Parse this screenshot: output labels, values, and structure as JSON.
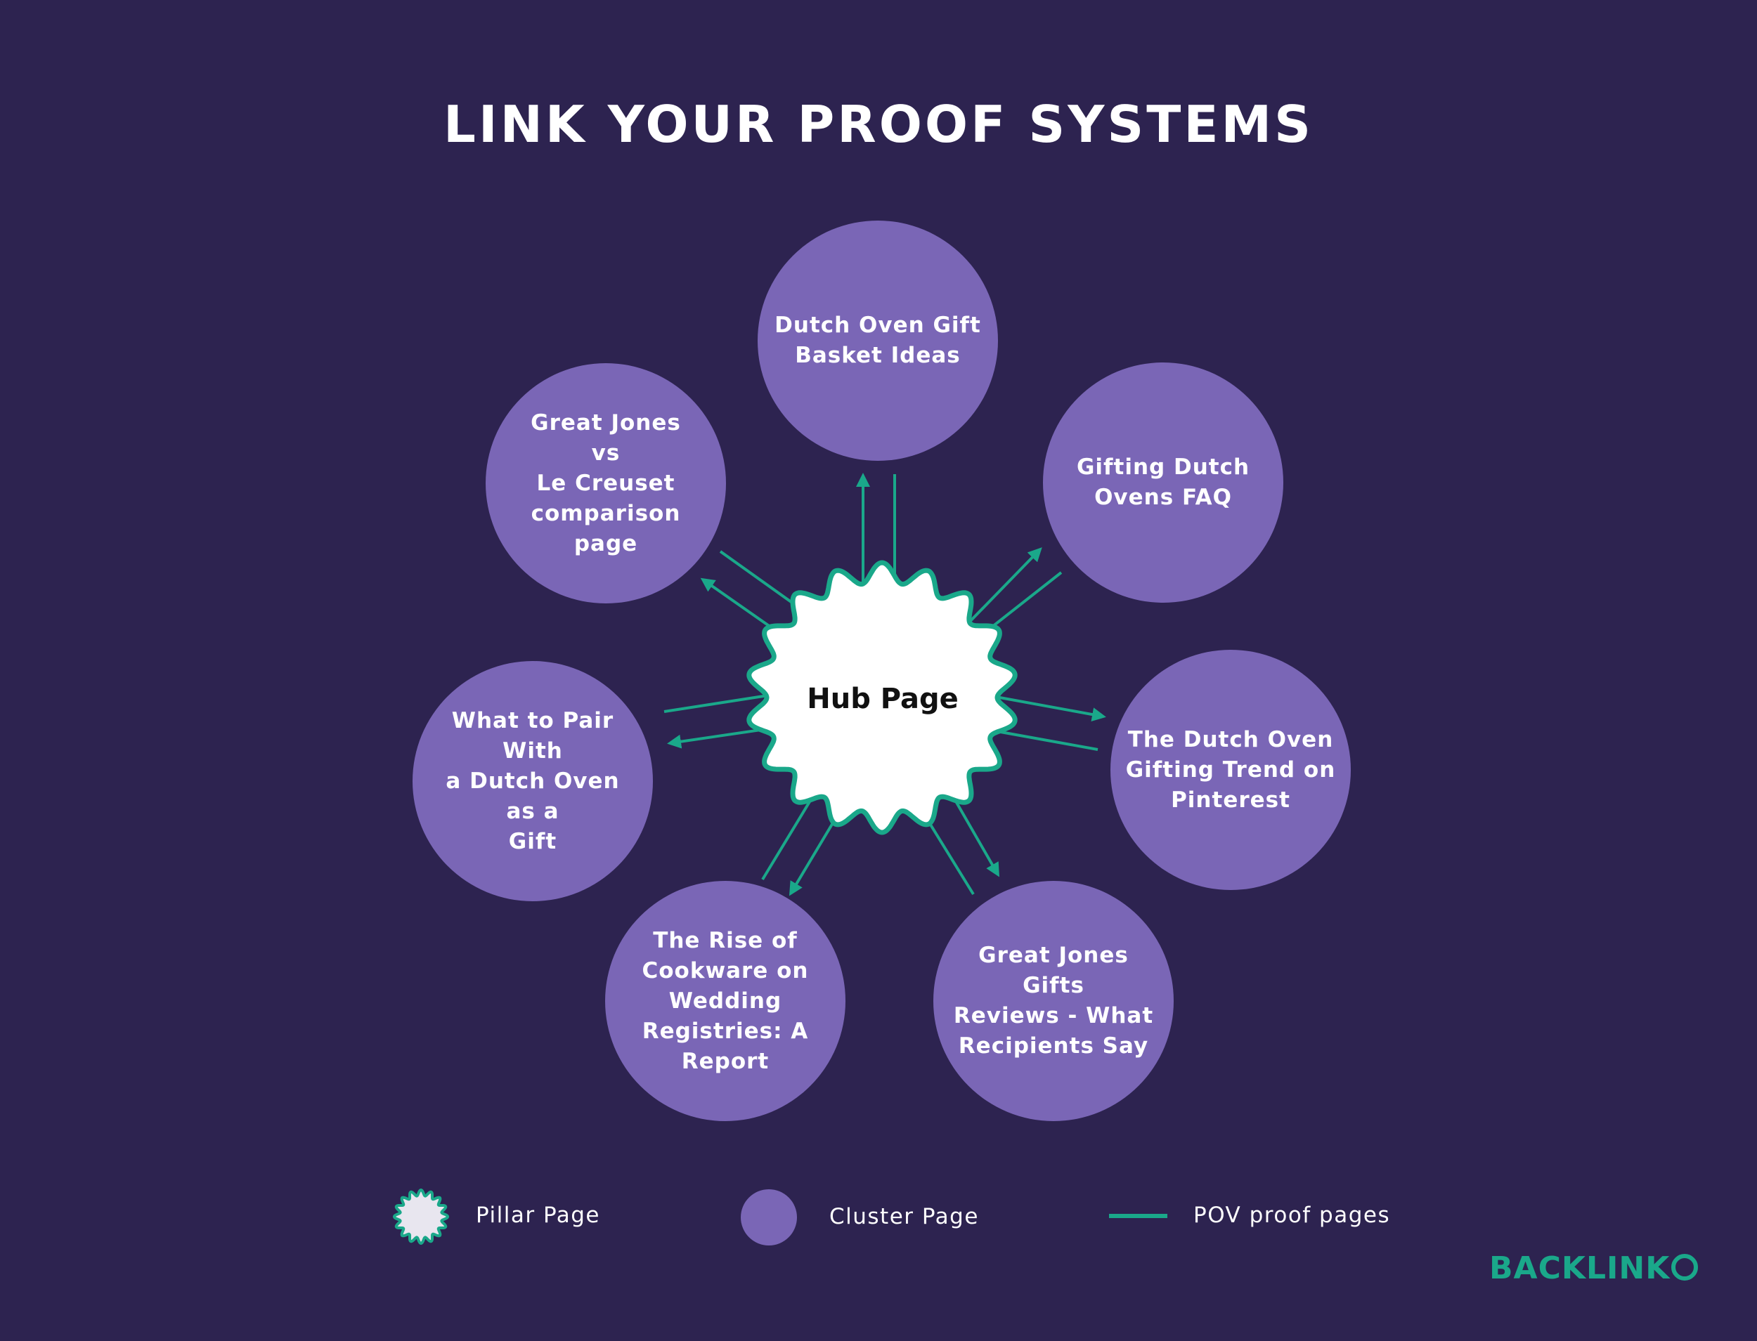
{
  "title": "LINK YOUR PROOF SYSTEMS",
  "hub": {
    "label": "Hub Page"
  },
  "clusters": [
    {
      "id": "gift-basket",
      "lines": [
        "Dutch Oven Gift",
        "Basket Ideas"
      ]
    },
    {
      "id": "gifting-faq",
      "lines": [
        "Gifting Dutch",
        "Ovens FAQ"
      ]
    },
    {
      "id": "pinterest-trend",
      "lines": [
        "The Dutch Oven",
        "Gifting Trend on",
        "Pinterest"
      ]
    },
    {
      "id": "gift-reviews",
      "lines": [
        "Great Jones Gifts",
        "Reviews - What",
        "Recipients Say"
      ]
    },
    {
      "id": "wedding-registries",
      "lines": [
        "The Rise of",
        "Cookware on",
        "Wedding",
        "Registries: A",
        "Report"
      ]
    },
    {
      "id": "pair-with",
      "lines": [
        "What to Pair With",
        "a Dutch Oven as a",
        "Gift"
      ]
    },
    {
      "id": "comparison",
      "lines": [
        "Great Jones",
        "vs",
        "Le Creuset",
        "comparison page"
      ]
    }
  ],
  "legend": {
    "pillar": "Pillar Page",
    "cluster": "Cluster Page",
    "proof": "POV proof pages"
  },
  "brand": "BACKLINK",
  "colors": {
    "background": "#2d2350",
    "cluster": "#7a66b6",
    "accent": "#1aa88a",
    "hub_fill": "#ffffff",
    "text": "#ffffff"
  }
}
